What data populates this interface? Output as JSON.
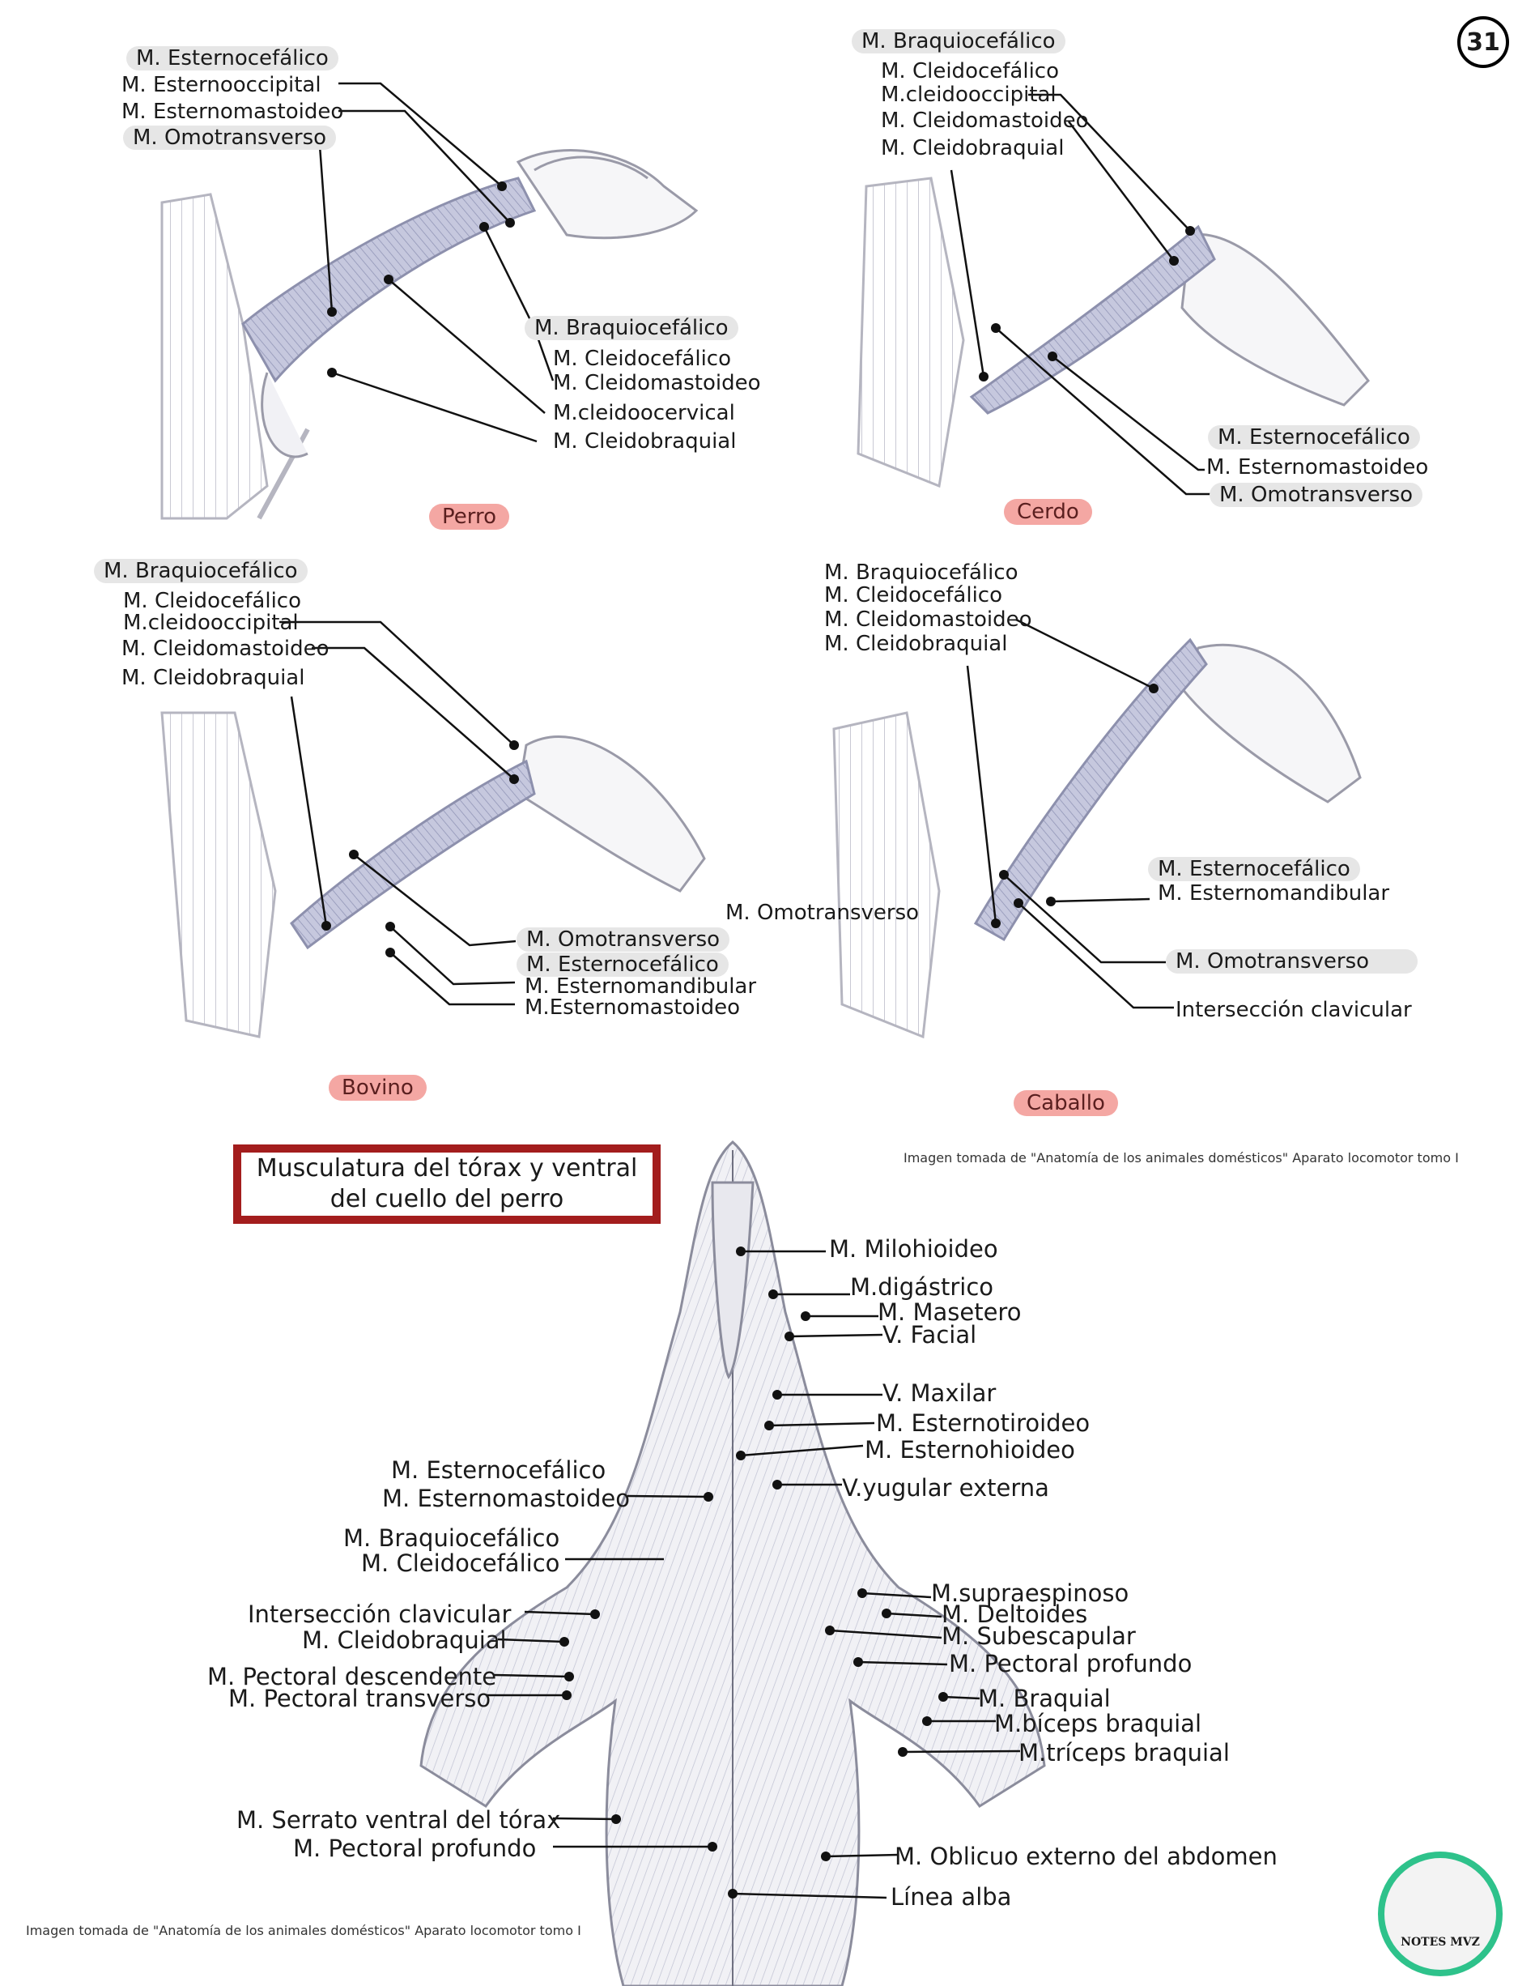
{
  "page_number": "31",
  "species": {
    "perro": "Perro",
    "cerdo": "Cerdo",
    "bovino": "Bovino",
    "caballo": "Caballo"
  },
  "perro_labels": {
    "esternocefalico": "M. Esternocefálico",
    "esternooccipital": "M. Esternooccipital",
    "esternomastoideo": "M. Esternomastoideo",
    "omotransverso": "M. Omotransverso",
    "braquiocefalico": "M. Braquiocefálico",
    "cleidocefalico": "M. Cleidocefálico",
    "cleidomastoideo": "M. Cleidomastoideo",
    "cleidocervical": "M.cleidoocervical",
    "cleidobraquial": "M. Cleidobraquial"
  },
  "cerdo_labels": {
    "braquiocefalico": "M. Braquiocefálico",
    "cleidocefalico": "M. Cleidocefálico",
    "cleidooccipital": "M.cleidooccipital",
    "cleidomastoideo": "M. Cleidomastoideo",
    "cleidobraquial": "M. Cleidobraquial",
    "esternocefalico": "M. Esternocefálico",
    "esternomastoideo": "M. Esternomastoideo",
    "omotransverso": "M. Omotransverso"
  },
  "bovino_labels": {
    "braquiocefalico": "M. Braquiocefálico",
    "cleidocefalico": "M. Cleidocefálico",
    "cleidooccipital": "M.cleidooccipital",
    "cleidomastoideo": "M. Cleidomastoideo",
    "cleidobraquial": "M. Cleidobraquial",
    "omotransverso": "M. Omotransverso",
    "esternocefalico": "M. Esternocefálico",
    "esternomandibular": "M. Esternomandibular",
    "esternomastoideo": "M.Esternomastoideo"
  },
  "caballo_labels": {
    "braquiocefalico": "M. Braquiocefálico",
    "cleidocefalico": "M. Cleidocefálico",
    "cleidomastoideo": "M. Cleidomastoideo",
    "cleidobraquial": "M. Cleidobraquial",
    "omotransverso_left": "M. Omotransverso",
    "esternocefalico": "M. Esternocefálico",
    "esternomandibular": "M. Esternomandibular",
    "omotransverso": "M. Omotransverso",
    "interseccion": "Intersección clavicular"
  },
  "credit_top": "Imagen tomada de \"Anatomía de los animales domésticos\" Aparato locomotor tomo I",
  "credit_bottom": "Imagen tomada de \"Anatomía de los animales domésticos\" Aparato locomotor tomo I",
  "ventral": {
    "title": "Musculatura del tórax y ventral del cuello del perro",
    "left": {
      "esternocefalico": "M. Esternocefálico",
      "esternomastoideo": "M. Esternomastoideo",
      "braquiocefalico": "M. Braquiocefálico",
      "cleidocefalico": "M. Cleidocefálico",
      "interseccion": "Intersección clavicular",
      "cleidobraquial": "M. Cleidobraquial",
      "pectoral_descendente": "M. Pectoral descendente",
      "pectoral_transverso": "M. Pectoral transverso",
      "serrato": "M. Serrato ventral del tórax",
      "pectoral_profundo": "M. Pectoral profundo"
    },
    "right": {
      "milohioideo": "M. Milohioideo",
      "digastrico": "M.digástrico",
      "masetero": "M. Masetero",
      "facial": "V. Facial",
      "maxilar": "V. Maxilar",
      "esternotiroideo": "M. Esternotiroideo",
      "esternohioideo": "M. Esternohioideo",
      "yugular": "V.yugular externa",
      "supraespinoso": "M.supraespinoso",
      "deltoides": "M. Deltoides",
      "subescapular": "M. Subescapular",
      "pectoral_profundo": "M. Pectoral profundo",
      "braquial": "M. Braquial",
      "biceps": "M.bíceps braquial",
      "triceps": "M.tríceps braquial",
      "oblicuo": "M. Oblicuo externo del abdomen",
      "linea_alba": "Línea alba"
    }
  },
  "logo_text": "NOTES MVZ",
  "colors": {
    "species_badge": "#f4a7a3",
    "title_border": "#a31d1d",
    "logo_ring": "#2ec28b",
    "muscle_fill": "#b9bcd6"
  }
}
